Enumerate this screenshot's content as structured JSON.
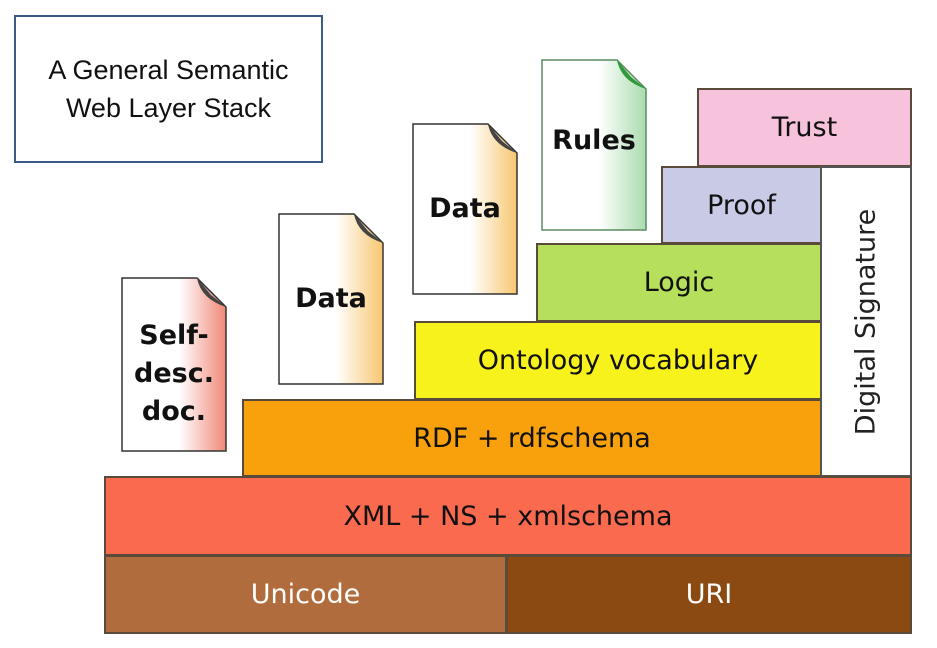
{
  "title": {
    "line1": "A General Semantic",
    "line2": "Web Layer Stack"
  },
  "layers": {
    "trust": {
      "label": "Trust",
      "color": "#f7c2dc"
    },
    "proof": {
      "label": "Proof",
      "color": "#c9cbe6"
    },
    "logic": {
      "label": "Logic",
      "color": "#b6e05c"
    },
    "ontology": {
      "label": "Ontology vocabulary",
      "color": "#f8f21c"
    },
    "rdf": {
      "label": "RDF + rdfschema",
      "color": "#f8a10c"
    },
    "xml": {
      "label": "XML + NS + xmlschema",
      "color": "#f96a4f"
    },
    "unicode": {
      "label": "Unicode",
      "color": "#b06c3c"
    },
    "uri": {
      "label": "URI",
      "color": "#8a4a12"
    },
    "digital_signature": {
      "label": "Digital Signature",
      "color": "#ffffff"
    }
  },
  "documents": {
    "self_desc": {
      "lines": [
        "Self-",
        "desc.",
        "doc."
      ],
      "tint": "#f08878"
    },
    "data1": {
      "lines": [
        "Data"
      ],
      "tint": "#f7c770"
    },
    "data2": {
      "lines": [
        "Data"
      ],
      "tint": "#f7c770"
    },
    "rules": {
      "lines": [
        "Rules"
      ],
      "tint": "#a9dcae",
      "corner": "#2f9a3a"
    }
  }
}
